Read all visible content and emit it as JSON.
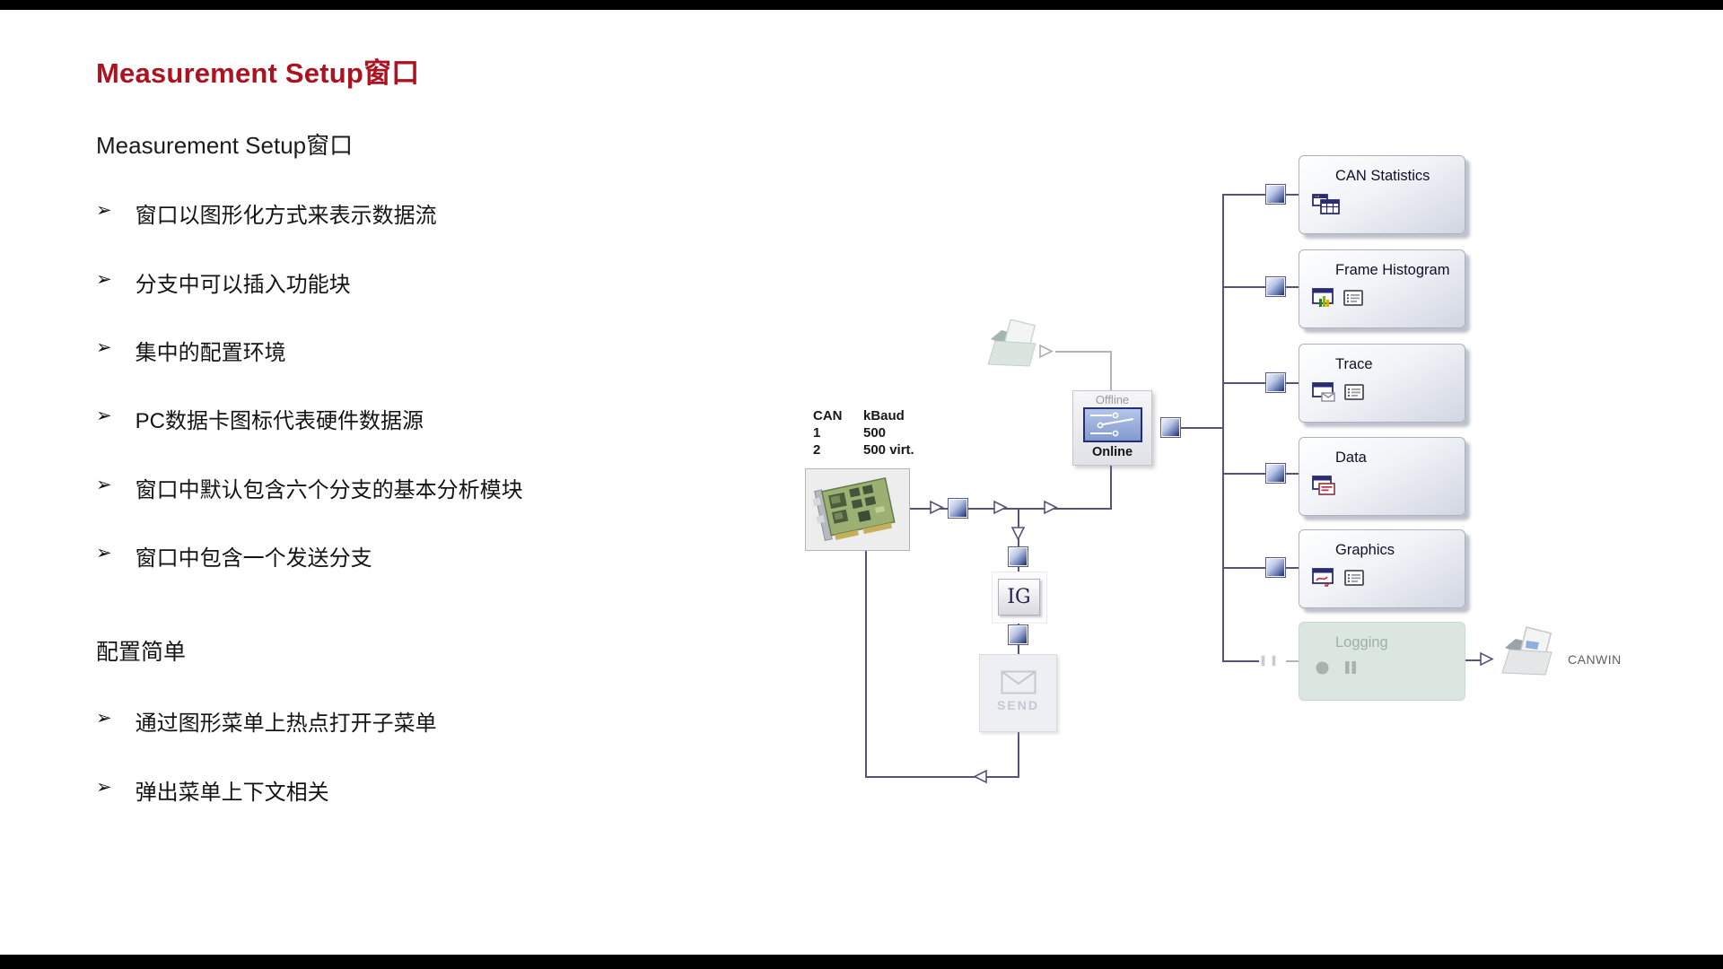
{
  "slide": {
    "title": "Measurement Setup窗口",
    "subtitle": "Measurement Setup窗口",
    "bullet_glyph": "➢",
    "bullets": [
      "窗口以图形化方式来表示数据流",
      "分支中可以插入功能块",
      "集中的配置环境",
      "PC数据卡图标代表硬件数据源",
      "窗口中默认包含六个分支的基本分析模块",
      "窗口中包含一个发送分支"
    ],
    "section2_heading": "配置简单",
    "bullets2": [
      "通过图形菜单上热点打开子菜单",
      "弹出菜单上下文相关"
    ]
  },
  "diagram": {
    "hw_table": {
      "headers": [
        "CAN",
        "kBaud"
      ],
      "rows": [
        [
          "1",
          "500"
        ],
        [
          "2",
          "500 virt."
        ]
      ]
    },
    "mode_switch": {
      "top_label": "Offline",
      "bottom_label": "Online"
    },
    "ig_label": "IG",
    "send_label": "SEND",
    "branches": [
      {
        "label": "CAN Statistics",
        "icons": [
          "statistics-table-icon"
        ],
        "enabled": true
      },
      {
        "label": "Frame Histogram",
        "icons": [
          "histogram-window-icon",
          "list-icon"
        ],
        "enabled": true
      },
      {
        "label": "Trace",
        "icons": [
          "trace-window-icon",
          "list-icon"
        ],
        "enabled": true
      },
      {
        "label": "Data",
        "icons": [
          "data-window-icon"
        ],
        "enabled": true
      },
      {
        "label": "Graphics",
        "icons": [
          "graphics-window-icon",
          "list-icon"
        ],
        "enabled": true
      },
      {
        "label": "Logging",
        "icons": [
          "record-icon",
          "pause-icon"
        ],
        "enabled": false
      }
    ],
    "logging_output_label": "CANWIN",
    "colors": {
      "title_red": "#ad1220",
      "connector_line": "#53537e",
      "cube_dark": "#1f2d64",
      "logging_box_bg": "#dce6e1",
      "disabled_text": "#9fafa8"
    }
  }
}
